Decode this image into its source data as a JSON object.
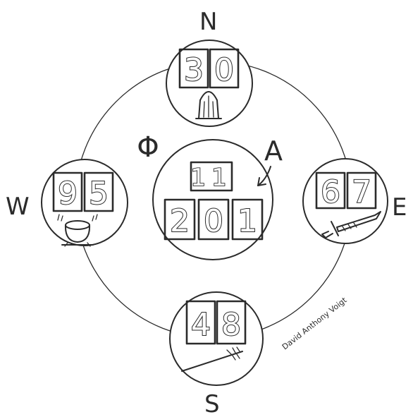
{
  "compass": {
    "north": "N",
    "south": "S",
    "west": "W",
    "east": "E"
  },
  "center": {
    "label_a": "A",
    "symbol": "Φ",
    "top_digits": [
      "1",
      "1"
    ],
    "bottom_digits": [
      "2",
      "0",
      "1"
    ]
  },
  "north_circle": {
    "digits": [
      "3",
      "0"
    ]
  },
  "west_circle": {
    "digits": [
      "9",
      "5"
    ]
  },
  "east_circle": {
    "digits": [
      "6",
      "7"
    ]
  },
  "south_circle": {
    "digits": [
      "4",
      "8"
    ]
  },
  "signature": "David Anthony Voigt"
}
